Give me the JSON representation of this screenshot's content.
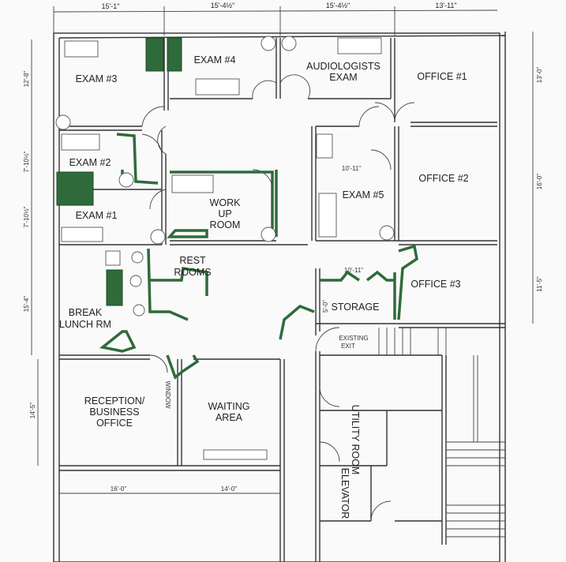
{
  "rooms": {
    "exam3": "EXAM #3",
    "exam4": "EXAM #4",
    "audiologists_1": "AUDIOLOGISTS",
    "audiologists_2": "EXAM",
    "office1": "OFFICE #1",
    "exam2": "EXAM #2",
    "exam1": "EXAM #1",
    "workup_1": "WORK",
    "workup_2": "UP",
    "workup_3": "ROOM",
    "exam5": "EXAM #5",
    "office2": "OFFICE #2",
    "restrooms_1": "REST",
    "restrooms_2": "ROOMS",
    "office3": "OFFICE #3",
    "storage": "STORAGE",
    "break_1": "BREAK",
    "break_2": "LUNCH RM",
    "reception_1": "RECEPTION/",
    "reception_2": "BUSINESS",
    "reception_3": "OFFICE",
    "waiting_1": "WAITING",
    "waiting_2": "AREA",
    "utility": "UTILITY ROOM",
    "elevator": "ELEVATOR",
    "window": "WINDOW",
    "exit_1": "EXISTING",
    "exit_2": "EXIT"
  },
  "dimensions": {
    "top": [
      "15'-1\"",
      "15'-4½\"",
      "15'-4½\"",
      "13'-11\""
    ],
    "left": [
      "12'-8\"",
      "7'-10½\"",
      "7'-10½\"",
      "15'-4\"",
      "14'-5\""
    ],
    "right": [
      "13'-0\"",
      "16'-0\"",
      "11'-5\""
    ],
    "bottom": [
      "16'-0\"",
      "14'-0\""
    ],
    "exam5_width": "10'-11\"",
    "storage_width": "10'-11\"",
    "storage_depth": "5'-0\""
  },
  "colors": {
    "new_construction": "#2f6b3a",
    "lines": "#333333"
  }
}
